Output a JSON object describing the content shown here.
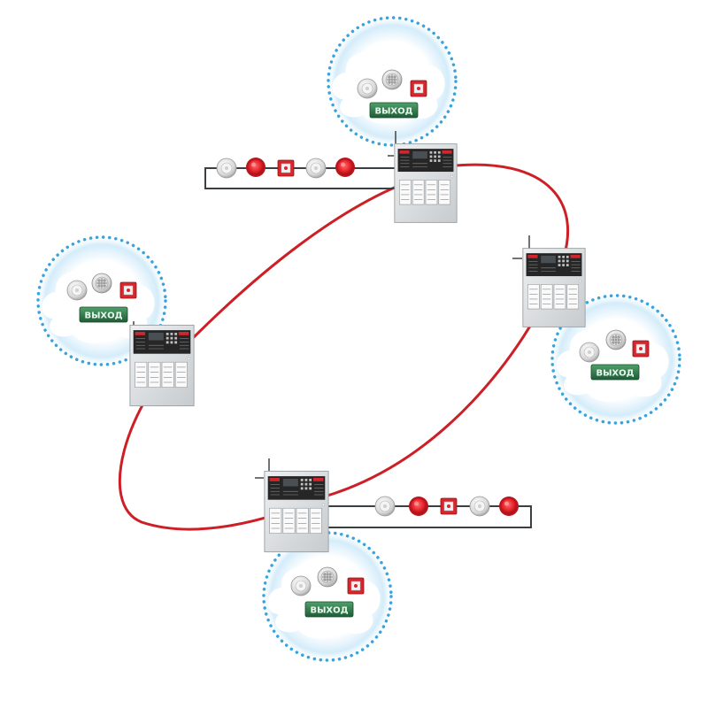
{
  "diagram": {
    "exit_sign_label": "ВЫХОД",
    "colors": {
      "ring_line": "#cc1f26",
      "loop_line": "#3a3f44",
      "cloud_dots": "#3aa3dc",
      "cloud_glow": "#cfe9f8",
      "panel_body": "#d9dcde",
      "panel_display": "#2b2b2b",
      "exit_sign": "#2f7a4b",
      "siren": "#e5212a",
      "call_point": "#d8262c",
      "detector": "#e6e6e6"
    },
    "panels": [
      {
        "id": "panel-top",
        "name": "control-panel-top"
      },
      {
        "id": "panel-right",
        "name": "control-panel-right"
      },
      {
        "id": "panel-left",
        "name": "control-panel-left"
      },
      {
        "id": "panel-bottom",
        "name": "control-panel-bottom"
      }
    ],
    "device_clouds": [
      {
        "panel": "panel-top",
        "devices": [
          "smoke-detector-icon",
          "heat-detector-icon",
          "manual-call-point-icon"
        ],
        "sign": "exit-sign"
      },
      {
        "panel": "panel-right",
        "devices": [
          "smoke-detector-icon",
          "heat-detector-icon",
          "manual-call-point-icon"
        ],
        "sign": "exit-sign"
      },
      {
        "panel": "panel-left",
        "devices": [
          "smoke-detector-icon",
          "heat-detector-icon",
          "manual-call-point-icon"
        ],
        "sign": "exit-sign"
      },
      {
        "panel": "panel-bottom",
        "devices": [
          "smoke-detector-icon",
          "heat-detector-icon",
          "manual-call-point-icon"
        ],
        "sign": "exit-sign"
      }
    ],
    "address_loops": [
      {
        "panel": "panel-top",
        "devices": [
          "smoke-detector-icon",
          "siren-icon",
          "manual-call-point-icon",
          "smoke-detector-icon",
          "siren-icon"
        ]
      },
      {
        "panel": "panel-bottom",
        "devices": [
          "smoke-detector-icon",
          "siren-icon",
          "manual-call-point-icon",
          "smoke-detector-icon",
          "siren-icon"
        ]
      }
    ]
  }
}
